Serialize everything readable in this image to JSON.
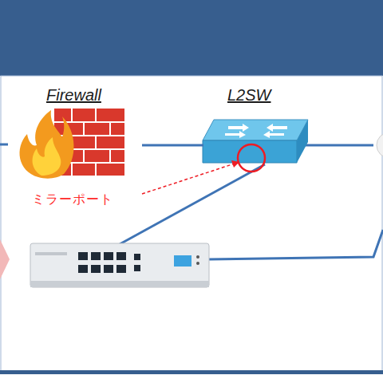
{
  "diagram": {
    "nodes": [
      {
        "text": [
          "Firewall"
        ]
      },
      {
        "text": [
          "L2SW"
        ]
      }
    ],
    "edges": [
      {
        "from": 0,
        "to": 1,
        "arrow": "none"
      }
    ],
    "labels": [
      "ミラーポート"
    ]
  }
}
